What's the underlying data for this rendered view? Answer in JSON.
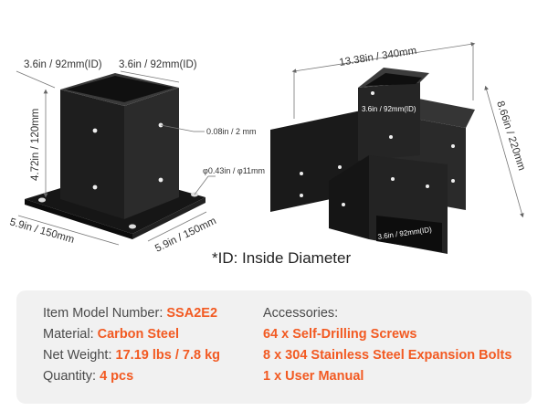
{
  "dimensions": {
    "post_base": {
      "inside_width_a": "3.6in / 92mm(ID)",
      "inside_width_b": "3.6in / 92mm(ID)",
      "height": "4.72in / 120mm",
      "thickness": "0.08in / 2 mm",
      "hole_diameter": "φ0.43in / φ11mm",
      "base_width_a": "5.9in / 150mm",
      "base_width_b": "5.9in / 150mm"
    },
    "connector": {
      "length": "13.38in / 340mm",
      "depth": "8.66in / 220mm",
      "top_inside": "3.6in / 92mm(ID)",
      "front_inside": "3.6in / 92mm(ID)"
    }
  },
  "id_note": "*ID: Inside Diameter",
  "specs": {
    "model_label": "Item Model Number:",
    "model_value": "SSA2E2",
    "material_label": "Material:",
    "material_value": "Carbon Steel",
    "weight_label": "Net Weight:",
    "weight_value": "17.19 lbs / 7.8 kg",
    "quantity_label": "Quantity:",
    "quantity_value": "4 pcs"
  },
  "accessories": {
    "title": "Accessories:",
    "items": [
      "64 x Self-Drilling Screws",
      "8 x 304 Stainless Steel Expansion Bolts",
      "1 x User Manual"
    ]
  },
  "colors": {
    "accent": "#f25a22",
    "metal": "#1c1c1c",
    "panel": "#f1f1f1"
  }
}
